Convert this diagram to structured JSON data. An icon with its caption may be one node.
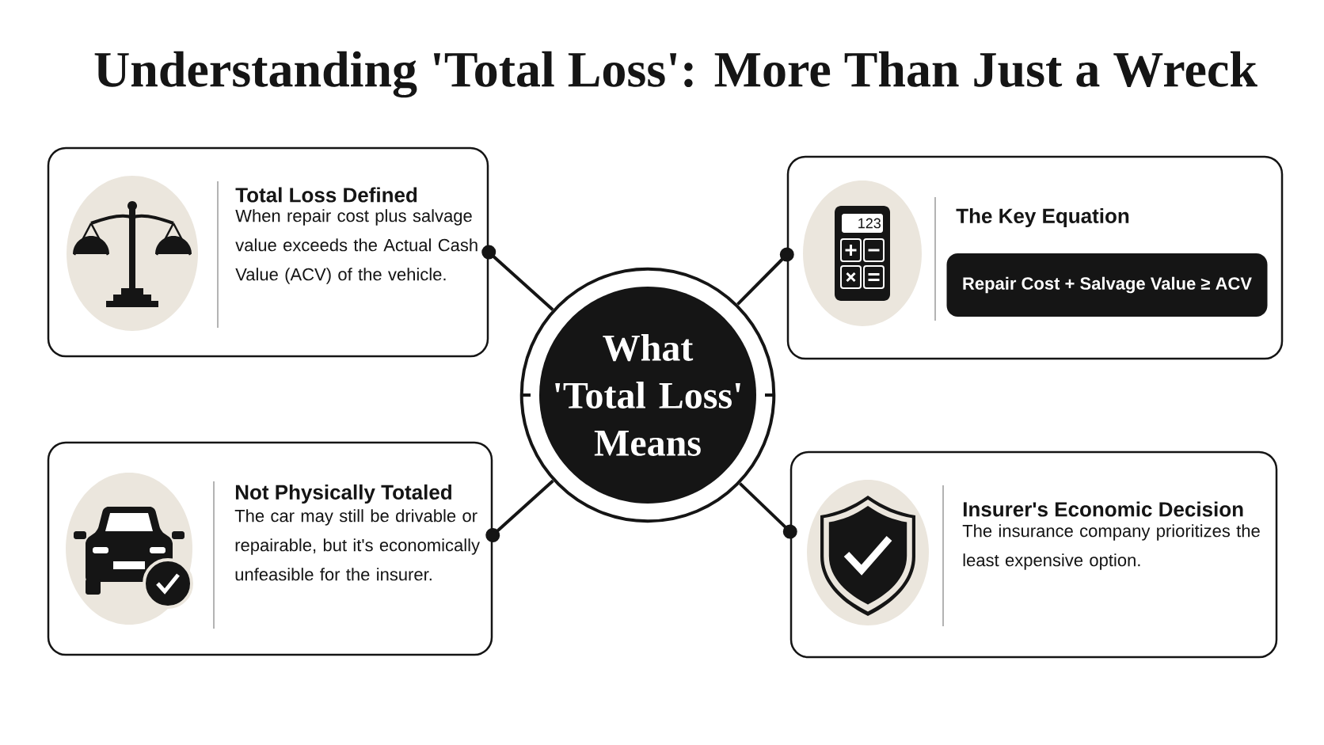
{
  "diagram": {
    "title": "Understanding 'Total Loss': More Than Just a Wreck",
    "nodes": [
      {
        "text": [
          "Total Loss Defined",
          "When repair cost plus salvage value exceeds the Actual Cash Value (ACV) of the vehicle."
        ]
      },
      {
        "text": [
          "The Key Equation"
        ]
      },
      {
        "text": [
          "Repair Cost + Salvage Value ≥ ACV"
        ],
        "in": 1
      },
      {
        "text": [
          "What 'Total Loss' Means"
        ]
      },
      {
        "text": [
          "Not Physically Totaled",
          "The car may still be drivable or repairable, but it's economically unfeasible for the insurer."
        ]
      },
      {
        "text": [
          "Insurer's Economic Decision",
          "The insurance company prioritizes the least expensive option."
        ]
      }
    ],
    "edges": [
      {
        "from": 3,
        "to": 0,
        "arrow": "other"
      },
      {
        "from": 3,
        "to": 1,
        "arrow": "other"
      },
      {
        "from": 3,
        "to": 4,
        "arrow": "other"
      },
      {
        "from": 3,
        "to": 5,
        "arrow": "other"
      }
    ],
    "labels": [
      "123"
    ]
  }
}
